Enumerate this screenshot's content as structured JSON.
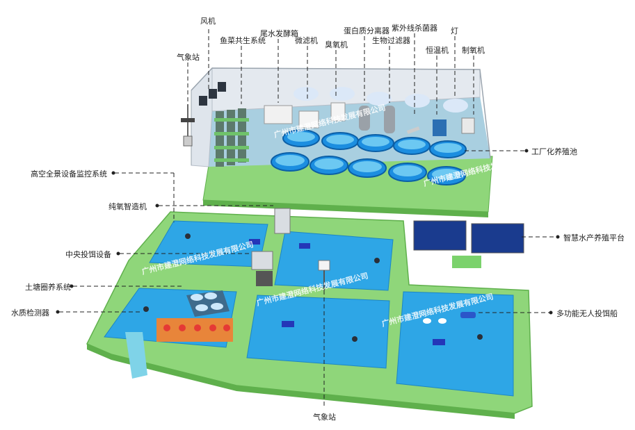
{
  "labels": {
    "fan": "风机",
    "weather_top": "气象站",
    "aquaponics": "鱼菜共生系统",
    "fermentation": "尾水发酵箱",
    "microfilter": "微滤机",
    "ozone": "臭氧机",
    "protein_skimmer": "蛋白质分离器",
    "biofilter": "生物过滤器",
    "uv_sterilizer": "紫外线杀菌器",
    "thermostat": "恒温机",
    "lamp": "灯",
    "oxygen_maker": "制氧机",
    "factory_tanks": "工厂化养殖池",
    "aerial_monitor": "高空全景设备监控系统",
    "pure_oxygen": "纯氧智造机",
    "smart_platform": "智慧水产养殖平台",
    "central_feeder": "中央投饵设备",
    "pond_circulation": "土塘圈养系统",
    "water_quality": "水质检测器",
    "feeding_boat": "多功能无人投饵船",
    "weather_bottom": "气象站"
  },
  "watermark": "广州市建澄网络科技发展有限公司",
  "colors": {
    "grass": "#8fd67a",
    "grass_dark": "#5fb04c",
    "water": "#2ea6e6",
    "water_light": "#6cc8f2",
    "tank": "#1c8ee0",
    "glass": "#e9eef4",
    "floor": "#7bb8d4"
  }
}
